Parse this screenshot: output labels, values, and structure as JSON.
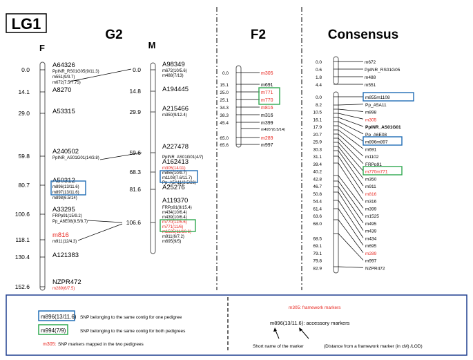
{
  "lg_title": "LG1",
  "panels": {
    "g2": "G2",
    "f2": "F2",
    "consensus": "Consensus"
  },
  "g2": {
    "f": {
      "label": "F",
      "rows": [
        {
          "pos": "0.0",
          "name": "A64326",
          "subs": [
            {
              "t": "PpINR_RS01G05(9/11.3)",
              "c": "black"
            },
            {
              "t": "m551(9/3.7)",
              "c": "black"
            },
            {
              "t": "m672(7.5/7.75)",
              "c": "black"
            }
          ]
        },
        {
          "pos": "14.1",
          "name": "A8270",
          "subs": []
        },
        {
          "pos": "29.0",
          "name": "A53315",
          "subs": []
        },
        {
          "pos": "59.8",
          "name": "A240502",
          "subs": [
            {
              "t": "PpINR_AS01G01(14/3.8)",
              "c": "black"
            }
          ]
        },
        {
          "pos": "80.7",
          "name": "A50312",
          "subs": [
            {
              "t": "m896(13/11.6)",
              "c": "black"
            },
            {
              "t": "m897(13/11.6)",
              "c": "black"
            },
            {
              "t": "m898(6.5/14)",
              "c": "black"
            }
          ]
        },
        {
          "pos": "100.6",
          "name": "A33295",
          "subs": [
            {
              "t": "FRPp91(15/9.2)",
              "c": "black"
            },
            {
              "t": "Pp_A6E08(8.5/8.7)",
              "c": "black"
            }
          ]
        },
        {
          "pos": "118.1",
          "name": "m816",
          "name_color": "red",
          "subs": [
            {
              "t": "m911(12/4.3)",
              "c": "black"
            }
          ]
        },
        {
          "pos": "130.4",
          "name": "A121383",
          "subs": []
        },
        {
          "pos": "152.6",
          "name": "NZPR472",
          "subs": [
            {
              "t": "m289(6/7.5)",
              "c": "red"
            }
          ]
        }
      ]
    },
    "m": {
      "label": "M",
      "rows": [
        {
          "pos": "0.0",
          "name": "A98349",
          "subs": [
            {
              "t": "m672(10/5.6)",
              "c": "black"
            },
            {
              "t": "m488(7/13)",
              "c": "black"
            }
          ]
        },
        {
          "pos": "14.8",
          "name": "A194445",
          "subs": []
        },
        {
          "pos": "29.9",
          "name": "A215466",
          "subs": [
            {
              "t": "m350(9/12.4)",
              "c": "black"
            }
          ]
        },
        {
          "pos": "59.6",
          "name": "A227478",
          "subs": [
            {
              "t": "PpINR_AS01G01(4/7)",
              "c": "black"
            }
          ]
        },
        {
          "pos": "68.3",
          "name": "A162413",
          "subs": [
            {
              "t": "m305(14/11)",
              "c": "red"
            },
            {
              "t": "m855(10/9.7)",
              "c": "black"
            },
            {
              "t": "m1108(7.6/11.7)",
              "c": "black"
            },
            {
              "t": "Pp_A5A11(2.5/26)",
              "c": "black"
            }
          ]
        },
        {
          "pos": "81.6",
          "name": "A25276",
          "subs": []
        },
        {
          "pos": "106.6",
          "name": "A119370",
          "subs": [
            {
              "t": "FRPp91(8/15.4)",
              "c": "black"
            },
            {
              "t": "m434(10/6.4)",
              "c": "black"
            },
            {
              "t": "m439(10/6.4)",
              "c": "black"
            },
            {
              "t": "m770(12/5.6)",
              "c": "red"
            },
            {
              "t": "m771(11/6)",
              "c": "red"
            },
            {
              "t": "m1525(11/10.6)",
              "c": "red"
            },
            {
              "t": "m911(6/7.2)",
              "c": "black"
            },
            {
              "t": "m695(9/5)",
              "c": "black"
            }
          ]
        }
      ]
    }
  },
  "f2": {
    "rows": [
      {
        "pos": "0.0",
        "name": "m305",
        "c": "red"
      },
      {
        "pos": "15.1",
        "name": "m691",
        "c": "black"
      },
      {
        "pos": "25.0",
        "name": "m771",
        "c": "red"
      },
      {
        "pos": "25.1",
        "name": "m770",
        "c": "red"
      },
      {
        "pos": "34.3",
        "name": "m816",
        "c": "red"
      },
      {
        "pos": "38.3",
        "name": "m316",
        "c": "black"
      },
      {
        "pos": "45.4",
        "name": "m399",
        "c": "black"
      },
      {
        "pos": "",
        "name": "m495*(6.5/14)",
        "c": "black"
      },
      {
        "pos": "65.0",
        "name": "m289",
        "c": "red"
      },
      {
        "pos": "65.6",
        "name": "m997",
        "c": "black"
      }
    ]
  },
  "consensus": {
    "top": [
      {
        "pos": "0.0",
        "name": "m672",
        "c": "black"
      },
      {
        "pos": "0.6",
        "name": "PpINR_RS01G05",
        "c": "black"
      },
      {
        "pos": "1.8",
        "name": "m488",
        "c": "black"
      },
      {
        "pos": "4.4",
        "name": "m551",
        "c": "black"
      }
    ],
    "main": [
      {
        "pos": "0.0",
        "name": "m855m1108",
        "c": "black"
      },
      {
        "pos": "8.2",
        "name": "Pp_A5A11",
        "c": "black"
      },
      {
        "pos": "10.5",
        "name": "m898",
        "c": "black"
      },
      {
        "pos": "16.1",
        "name": "m305",
        "c": "red"
      },
      {
        "pos": "17.9",
        "name": "PpINR_AS01G01",
        "c": "black",
        "bold": true
      },
      {
        "pos": "20.7",
        "name": "Pp_A6E08",
        "c": "black"
      },
      {
        "pos": "25.9",
        "name": "m896m897",
        "c": "black"
      },
      {
        "pos": "30.3",
        "name": "m691",
        "c": "black"
      },
      {
        "pos": "31.1",
        "name": "m1102",
        "c": "black"
      },
      {
        "pos": "39.4",
        "name": "FRPp91",
        "c": "black"
      },
      {
        "pos": "40.2",
        "name": "m770m771",
        "c": "red"
      },
      {
        "pos": "42.8",
        "name": "m350",
        "c": "black"
      },
      {
        "pos": "46.7",
        "name": "m911",
        "c": "black"
      },
      {
        "pos": "50.8",
        "name": "m816",
        "c": "red"
      },
      {
        "pos": "54.4",
        "name": "m316",
        "c": "black"
      },
      {
        "pos": "61.4",
        "name": "m399",
        "c": "black"
      },
      {
        "pos": "63.6",
        "name": "m1525",
        "c": "black"
      },
      {
        "pos": "68.0",
        "name": "m495",
        "c": "black"
      },
      {
        "pos": "",
        "name": "m439",
        "c": "black"
      },
      {
        "pos": "68.5",
        "name": "m434",
        "c": "black"
      },
      {
        "pos": "69.1",
        "name": "m695",
        "c": "black"
      },
      {
        "pos": "79.1",
        "name": "m289",
        "c": "red"
      },
      {
        "pos": "79.8",
        "name": "m997",
        "c": "black"
      },
      {
        "pos": "82.9",
        "name": "NZPR472",
        "c": "black"
      }
    ]
  },
  "legend": {
    "blue_box_text": "m896(13/11.6)",
    "blue_desc": "SNP belonging to the same contig for one pedigree",
    "green_box_text": "m994(7/9)",
    "green_desc": "SNP belonging to the same contig for both pedigrees",
    "red_example": "m305:",
    "red_desc": "SNP markers mapped in the two pedigrees",
    "framework": "m305: framework markers",
    "accessory": "m896(13/11.6): accessory markers",
    "short_name": "Short name of the marker",
    "distance": "(Distance from a framework marker (in cM) /LOD)"
  },
  "colors": {
    "red": "#e8261f",
    "blue_box": "#1f6db5",
    "green_box": "#2fa84f",
    "legend_border": "#1f3f8f"
  }
}
